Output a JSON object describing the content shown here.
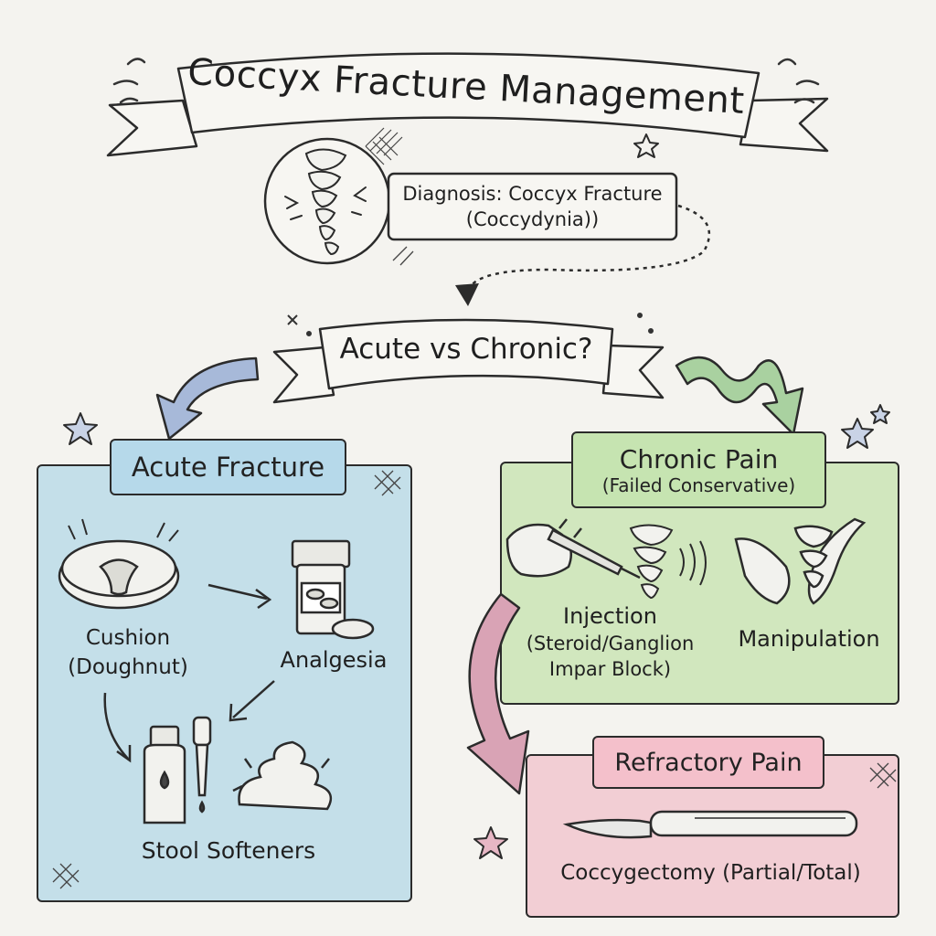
{
  "title": "Coccyx Fracture Management",
  "diagnosis": {
    "line1": "Diagnosis: Coccyx Fracture",
    "line2": "(Coccydynia))"
  },
  "decision": "Acute vs Chronic?",
  "acute": {
    "header": "Acute Fracture",
    "cushion_line1": "Cushion",
    "cushion_line2": "(Doughnut)",
    "analgesia": "Analgesia",
    "stool": "Stool Softeners"
  },
  "chronic": {
    "header_line1": "Chronic Pain",
    "header_line2": "(Failed Conservative)",
    "injection_line1": "Injection",
    "injection_line2": "(Steroid/Ganglion",
    "injection_line3": "Impar Block)",
    "manipulation": "Manipulation"
  },
  "refractory": {
    "header": "Refractory Pain",
    "procedure": "Coccygectomy (Partial/Total)"
  },
  "colors": {
    "acute": "#a9d3e6",
    "chronic": "#bfe0a6",
    "refractory": "#f1b6c2",
    "ink": "#2b2b2b"
  }
}
